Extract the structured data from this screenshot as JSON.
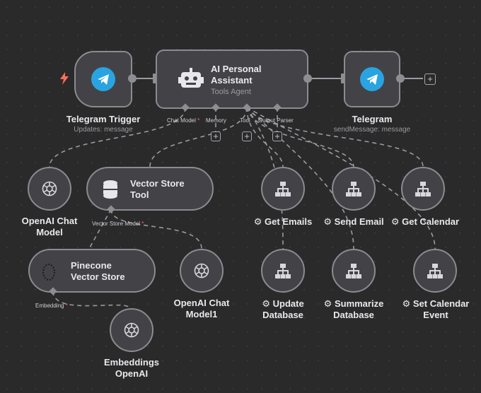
{
  "canvas": {
    "background": "#2a2a2b",
    "node_fill": "#434347",
    "node_border": "#8b8b90",
    "wire_color": "#9a9aa0",
    "trigger_color": "#ff6d5a",
    "telegram_blue": "#2aa3e1"
  },
  "nodes": {
    "telegram_trigger": {
      "title": "Telegram Trigger",
      "subtitle": "Updates: message",
      "icon": "telegram-icon",
      "trigger_icon": "lightning-icon"
    },
    "agent": {
      "title_line1": "AI Personal",
      "title_line2": "Assistant",
      "subtitle": "Tools Agent",
      "icon": "robot-icon",
      "slots": {
        "chat_model": "Chat Model",
        "memory": "Memory",
        "tool": "Tool",
        "output_parser": "Output Parser",
        "required_mark": "*"
      }
    },
    "telegram": {
      "title": "Telegram",
      "subtitle": "sendMessage: message",
      "icon": "telegram-icon"
    },
    "openai_chat_model": {
      "title_line1": "OpenAI Chat",
      "title_line2": "Model",
      "icon": "openai-icon"
    },
    "vector_store_tool": {
      "title_line1": "Vector Store",
      "title_line2": "Tool",
      "icon": "database-icon",
      "slot_label": "Vector Store Model"
    },
    "pinecone": {
      "title_line1": "Pinecone",
      "title_line2": "Vector Store",
      "icon": "pinecone-icon",
      "slot_label": "Embedding"
    },
    "openai_chat_model1": {
      "title_line1": "OpenAI Chat",
      "title_line2": "Model1",
      "icon": "openai-icon"
    },
    "embeddings_openai": {
      "title_line1": "Embeddings",
      "title_line2": "OpenAI",
      "icon": "openai-icon"
    },
    "get_emails": {
      "title": "Get Emails",
      "icon": "workflow-icon"
    },
    "send_email": {
      "title": "Send Email",
      "icon": "workflow-icon"
    },
    "get_calendar": {
      "title": "Get Calendar",
      "icon": "workflow-icon"
    },
    "update_database": {
      "title_line1": "Update",
      "title_line2": "Database",
      "icon": "workflow-icon"
    },
    "summarize_database": {
      "title_line1": "Summarize",
      "title_line2": "Database",
      "icon": "workflow-icon"
    },
    "set_calendar_event": {
      "title_line1": "Set Calendar",
      "title_line2": "Event",
      "icon": "workflow-icon"
    }
  },
  "symbols": {
    "gear": "⚙",
    "plus": "+",
    "required": "*"
  }
}
